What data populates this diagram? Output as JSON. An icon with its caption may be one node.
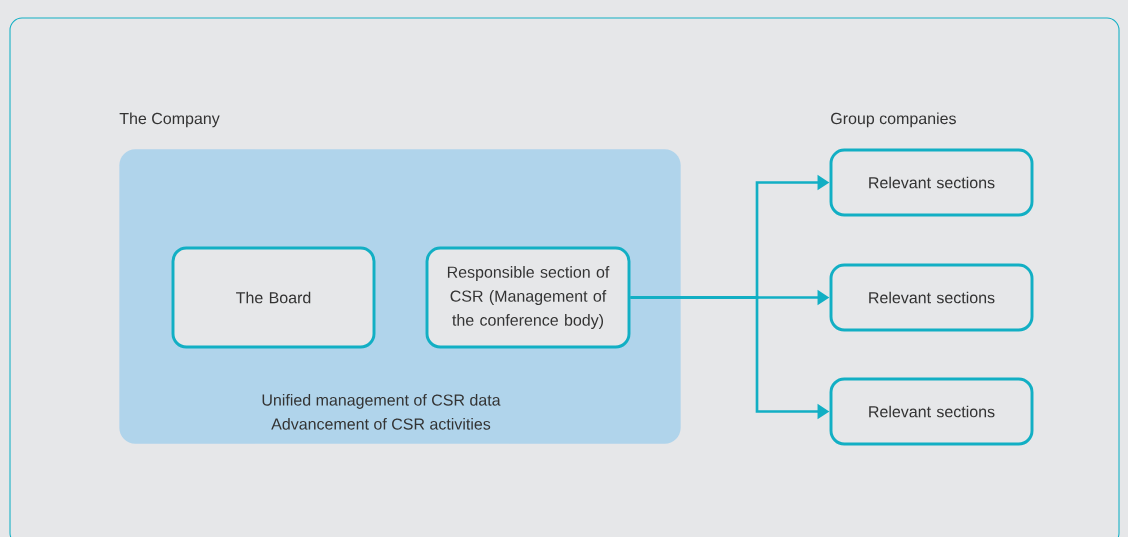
{
  "diagram": {
    "nodes": [
      {
        "text": [
          "The Company",
          "Unified management of CSR data",
          "Advancement of CSR activities"
        ]
      },
      {
        "text": [
          "The Board"
        ],
        "in": 0
      },
      {
        "text": [
          "Responsible section of CSR (Management of the conference body)"
        ],
        "in": 0
      },
      {
        "text": [
          "Relevant sections"
        ]
      },
      {
        "text": [
          "Relevant sections"
        ]
      },
      {
        "text": [
          "Relevant sections"
        ]
      }
    ],
    "edges": [
      {
        "from": 2,
        "to": 3,
        "arrow": "to"
      },
      {
        "from": 2,
        "to": 4,
        "arrow": "to"
      },
      {
        "from": 2,
        "to": 5,
        "arrow": "to"
      }
    ],
    "labels": [
      "Group companies"
    ]
  }
}
